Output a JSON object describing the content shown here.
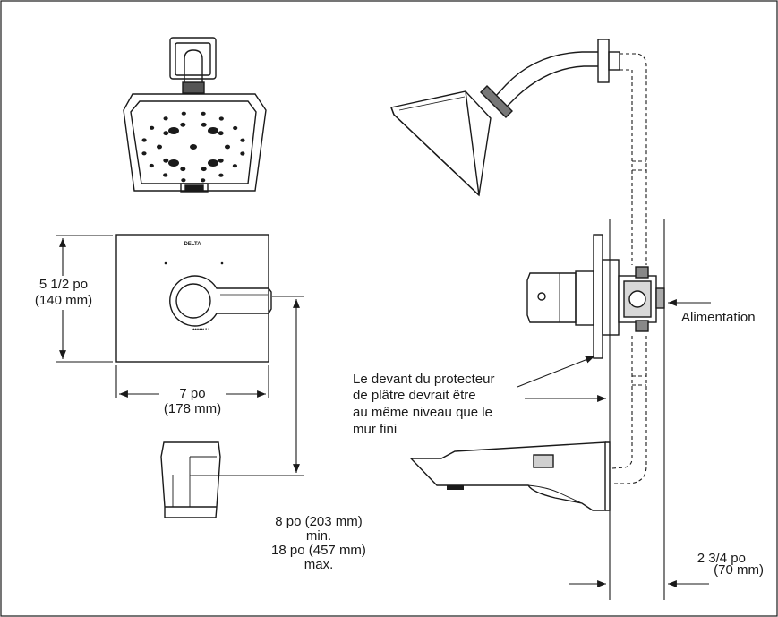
{
  "brand": "DELTA",
  "labels": {
    "height_in": "5 1/2 po",
    "height_mm": "(140 mm)",
    "width_in": "7 po",
    "width_mm": "(178 mm)",
    "spout_min_in": "8 po (203 mm)",
    "spout_min_word": "min.",
    "spout_max_in": "18 po (457 mm)",
    "spout_max_word": "max.",
    "plaster_line1": "Le devant du protecteur",
    "plaster_line2": "de plâtre devrait être",
    "plaster_line3": "au même niveau que le",
    "plaster_line4": "mur fini",
    "supply": "Alimentation",
    "depth_in": "2 3/4 po",
    "depth_mm": "(70 mm)"
  },
  "colors": {
    "line": "#1a1a1a",
    "background": "#ffffff",
    "dark_fill": "#1a1a1a"
  }
}
